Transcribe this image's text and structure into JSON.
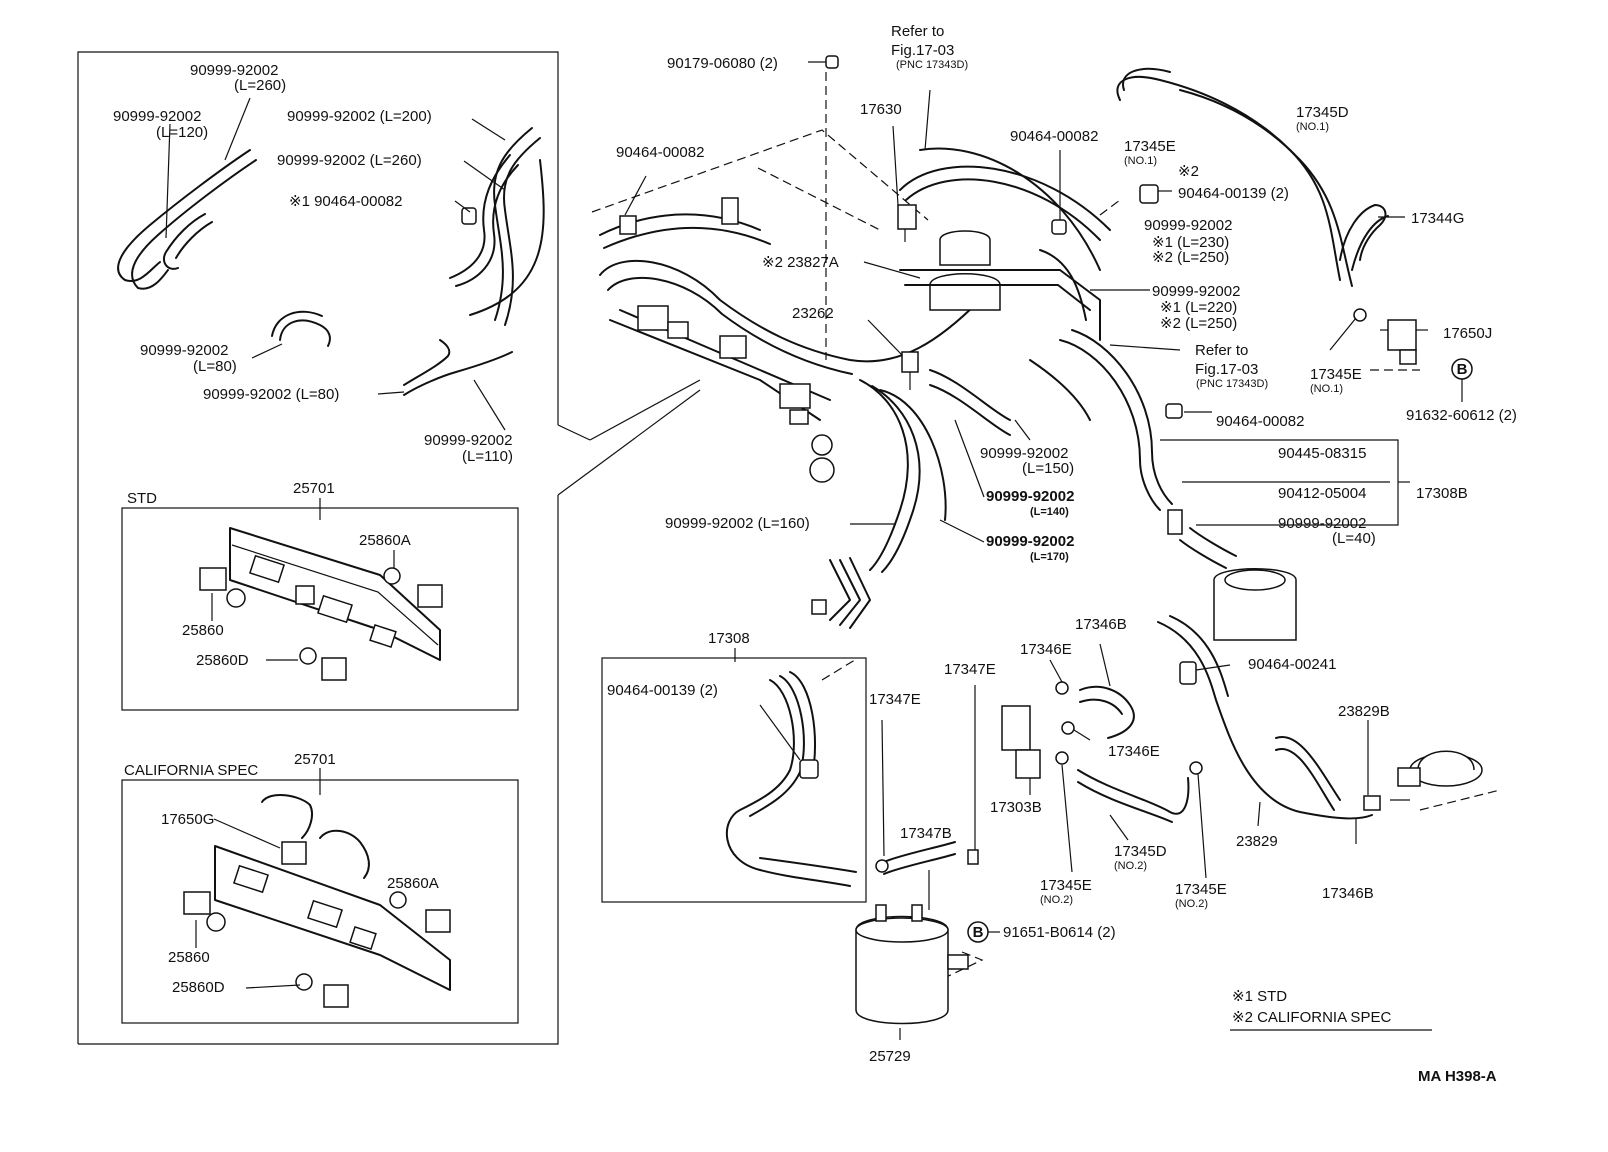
{
  "labels": {
    "p_90999_92002_l260_top": "90999-92002",
    "p_l260_top": "(L=260)",
    "p_90999_92002_l120": "90999-92002",
    "p_l120": "(L=120)",
    "p_90999_92002_l200": "90999-92002 (L=200)",
    "p_90999_92002_l260b": "90999-92002 (L=260)",
    "p_90464_00082_left": "※1  90464-00082",
    "p_90999_92002_l80a": "90999-92002",
    "p_l80a": "(L=80)",
    "p_90999_92002_l80b": "90999-92002 (L=80)",
    "p_90999_92002_l110": "90999-92002",
    "p_l110": "(L=110)",
    "std_title": "STD",
    "p_25701_std": "25701",
    "p_25860a_std": "25860A",
    "p_25860_std": "25860",
    "p_25860d_std": "25860D",
    "cal_title": "CALIFORNIA SPEC",
    "p_25701_cal": "25701",
    "p_17650g": "17650G",
    "p_25860a_cal": "25860A",
    "p_25860_cal": "25860",
    "p_25860d_cal": "25860D",
    "p_90179_06080": "90179-06080 (2)",
    "refer_top_1": "Refer to",
    "refer_top_2": "Fig.17-03",
    "refer_top_3": "(PNC 17343D)",
    "p_17630": "17630",
    "p_90464_00082_top": "90464-00082",
    "p_90464_00082_mid": "90464-00082",
    "p_17345e_no1_top": "17345E",
    "p_17345e_no1_top_sub": "(NO.1)",
    "p_17345d": "17345D",
    "p_17345d_sub": "(NO.1)",
    "p_x2_mark": "※2",
    "p_90464_00139_top": "90464-00139 (2)",
    "p_17344g": "17344G",
    "p_90999_92002_mid": "90999-92002",
    "p_x1_l230": "※1 (L=230)",
    "p_x2_l250a": "※2 (L=250)",
    "p_23827a": "※2 23827A",
    "p_90999_92002_mid2": "90999-92002",
    "p_x1_l220": "※1 (L=220)",
    "p_x2_l250b": "※2 (L=250)",
    "p_23262": "23262",
    "refer_mid_1": "Refer to",
    "refer_mid_2": "Fig.17-03",
    "refer_mid_3": "(PNC 17343D)",
    "p_17650j": "17650J",
    "p_17345e_right": "17345E",
    "p_17345e_right_sub": "(NO.1)",
    "p_91632_60612": "91632-60612 (2)",
    "p_90464_00082_right": "90464-00082",
    "p_90999_92002_l150": "90999-92002",
    "p_l150": "(L=150)",
    "p_90445_08315": "90445-08315",
    "p_90412_05004": "90412-05004",
    "p_17308b": "17308B",
    "p_90999_92002_l140": "90999-92002",
    "p_l140": "(L=140)",
    "p_90999_92002_l40": "90999-92002",
    "p_l40": "(L=40)",
    "p_90999_92002_l160": "90999-92002 (L=160)",
    "p_90999_92002_l170": "90999-92002",
    "p_l170": "(L=170)",
    "p_17308": "17308",
    "p_90464_00139_low": "90464-00139 (2)",
    "p_17346b_top": "17346B",
    "p_17346e_top": "17346E",
    "p_17347e_a": "17347E",
    "p_17347e_b": "17347E",
    "p_90464_00241": "90464-00241",
    "p_23829b": "23829B",
    "p_17346e_mid": "17346E",
    "p_17347b": "17347B",
    "p_17303b": "17303B",
    "p_17345d_no2": "17345D",
    "p_17345d_no2_sub": "(NO.2)",
    "p_17345e_no2_a": "17345E",
    "p_17345e_no2_a_sub": "(NO.2)",
    "p_17345e_no2_b": "17345E",
    "p_17345e_no2_b_sub": "(NO.2)",
    "p_23829": "23829",
    "p_17346b_low": "17346B",
    "p_91651_b0614": "91651-B0614 (2)",
    "p_25729": "25729",
    "b_mark_1": "B",
    "b_mark_2": "B",
    "legend_1": "※1  STD",
    "legend_2": "※2  CALIFORNIA SPEC",
    "diagram_code": "MA  H398-A"
  }
}
